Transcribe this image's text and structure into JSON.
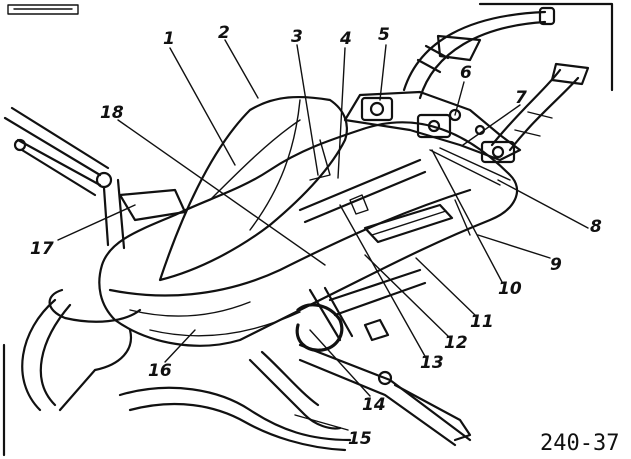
{
  "figure": {
    "code": "240-37",
    "callouts": [
      {
        "id": "c1",
        "label": "1"
      },
      {
        "id": "c2",
        "label": "2"
      },
      {
        "id": "c3",
        "label": "3"
      },
      {
        "id": "c4",
        "label": "4"
      },
      {
        "id": "c5",
        "label": "5"
      },
      {
        "id": "c6",
        "label": "6"
      },
      {
        "id": "c7",
        "label": "7"
      },
      {
        "id": "c8",
        "label": "8"
      },
      {
        "id": "c9",
        "label": "9"
      },
      {
        "id": "c10",
        "label": "10"
      },
      {
        "id": "c11",
        "label": "11"
      },
      {
        "id": "c12",
        "label": "12"
      },
      {
        "id": "c13",
        "label": "13"
      },
      {
        "id": "c14",
        "label": "14"
      },
      {
        "id": "c15",
        "label": "15"
      },
      {
        "id": "c16",
        "label": "16"
      },
      {
        "id": "c17",
        "label": "17"
      },
      {
        "id": "c18",
        "label": "18"
      }
    ]
  }
}
